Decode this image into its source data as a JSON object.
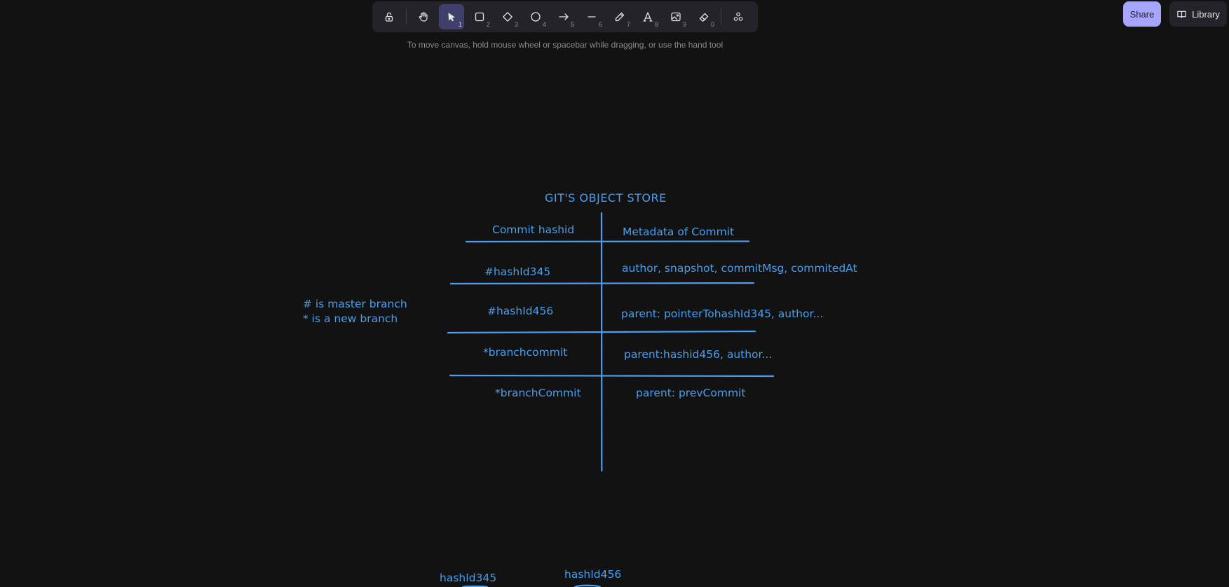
{
  "toolbar": {
    "tools": [
      {
        "name": "lock",
        "key": ""
      },
      {
        "name": "hand",
        "key": ""
      },
      {
        "name": "selection",
        "key": "1"
      },
      {
        "name": "rectangle",
        "key": "2"
      },
      {
        "name": "diamond",
        "key": "3"
      },
      {
        "name": "ellipse",
        "key": "4"
      },
      {
        "name": "arrow",
        "key": "5"
      },
      {
        "name": "line",
        "key": "6"
      },
      {
        "name": "draw",
        "key": "7"
      },
      {
        "name": "text",
        "key": "8"
      },
      {
        "name": "image",
        "key": "9"
      },
      {
        "name": "eraser",
        "key": "0"
      },
      {
        "name": "extra-tools",
        "key": ""
      }
    ],
    "active_tool": "selection",
    "key_selection": "1",
    "key_rectangle": "2",
    "key_diamond": "3",
    "key_ellipse": "4",
    "key_arrow": "5",
    "key_line": "6",
    "key_draw": "7",
    "key_text": "8",
    "key_image": "9",
    "key_eraser": "0"
  },
  "hint": "To move canvas, hold mouse wheel or spacebar while dragging, or use the hand tool",
  "share_label": "Share",
  "library_label": "Library",
  "colors": {
    "background": "#121212",
    "stroke": "#4a9eed",
    "share": "#a8a5ff",
    "toolbar": "#232329"
  },
  "canvas": {
    "title": "GIT'S OBJECT STORE",
    "header_left": "Commit hashid",
    "header_right": "Metadata of Commit",
    "rows": [
      {
        "left": "#hashId345",
        "right": "author, snapshot, commitMsg, commitedAt"
      },
      {
        "left": "#hashId456",
        "right": "parent: pointerTohashId345, author..."
      },
      {
        "left": "*branchcommit",
        "right": "parent:hashid456, author..."
      },
      {
        "left": "*branchCommit",
        "right": "parent: prevCommit"
      }
    ],
    "legend_line1": "# is master branch",
    "legend_line2": "* is a new branch",
    "bottom_left": "hashId345",
    "bottom_right": "hashId456"
  }
}
